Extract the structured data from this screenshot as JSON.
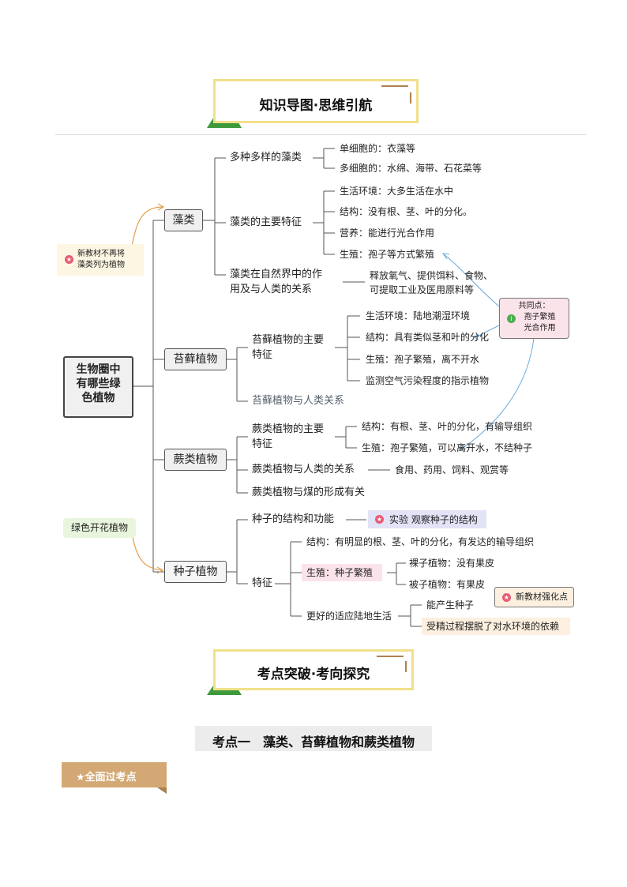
{
  "banner1": {
    "title": "知识导图·思维引航"
  },
  "banner2": {
    "title": "考点突破·考向探究"
  },
  "root": "生物圈中有哪些绿色植物",
  "categories": {
    "algae": "藻类",
    "moss": "苔藓植物",
    "fern": "蕨类植物",
    "seed": "种子植物"
  },
  "algae": {
    "diverse": "多种多样的藻类",
    "unicellular": "单细胞的：衣藻等",
    "multicellular": "多细胞的：水绵、海带、石花菜等",
    "features": "藻类的主要特征",
    "habitat": "生活环境：大多生活在水中",
    "structure": "结构：没有根、茎、叶的分化。",
    "nutrition": "营养：能进行光合作用",
    "reproduction": "生殖：孢子等方式繁殖",
    "role_line1": "藻类在自然界中的作",
    "role_line2": "用及与人类的关系",
    "role_desc_line1": "释放氧气、提供饵料、食物、",
    "role_desc_line2": "可提取工业及医用原料等"
  },
  "moss": {
    "features_line1": "苔藓植物的主要",
    "features_line2": "特征",
    "habitat": "生活环境：陆地潮湿环境",
    "structure": "结构：具有类似茎和叶的分化",
    "reproduction": "生殖：孢子繁殖，离不开水",
    "indicator": "监测空气污染程度的指示植物",
    "relation": "苔藓植物与人类关系"
  },
  "fern": {
    "features_line1": "蕨类植物的主要",
    "features_line2": "特征",
    "structure": "结构：有根、茎、叶的分化，有输导组织",
    "reproduction": "生殖：孢子繁殖，可以离开水，不结种子",
    "relation": "蕨类植物与人类的关系",
    "relation_desc": "食用、药用、饲料、观赏等",
    "coal": "蕨类植物与煤的形成有关"
  },
  "seed": {
    "structure_function": "种子的结构和功能",
    "experiment": "实验 观察种子的结构",
    "features": "特征",
    "structure": "结构：有明显的根、茎、叶的分化，有发达的输导组织",
    "reproduction": "生殖：种子繁殖",
    "gymnosperm": "裸子植物：没有果皮",
    "angiosperm": "被子植物：有果皮",
    "adaptation": "更好的适应陆地生活",
    "produce_seed": "能产生种子",
    "fertilization": "受精过程摆脱了对水环境的依赖"
  },
  "callouts": {
    "new_textbook_line1": "新教材不再将",
    "new_textbook_line2": "藻类列为植物",
    "common_line1": "共同点：",
    "common_line2": "孢子繁殖",
    "common_line3": "光合作用",
    "flowering": "绿色开花植物",
    "new_emphasis": "新教材强化点"
  },
  "section": {
    "title": "考点一　藻类、苔藓植物和蕨类植物",
    "tag": "★全面过考点"
  },
  "colors": {
    "banner_border": "#f1e08a",
    "mountain": "#3f9a3c",
    "callout_yellow": "#fdf6e3",
    "callout_green": "#e9f5dc",
    "callout_pink": "#fbe3ea",
    "callout_purple": "#e3e3f7",
    "tag_brown": "#d3a874",
    "arrow_orange": "#e0a050",
    "arrow_blue": "#6aa8d8"
  }
}
